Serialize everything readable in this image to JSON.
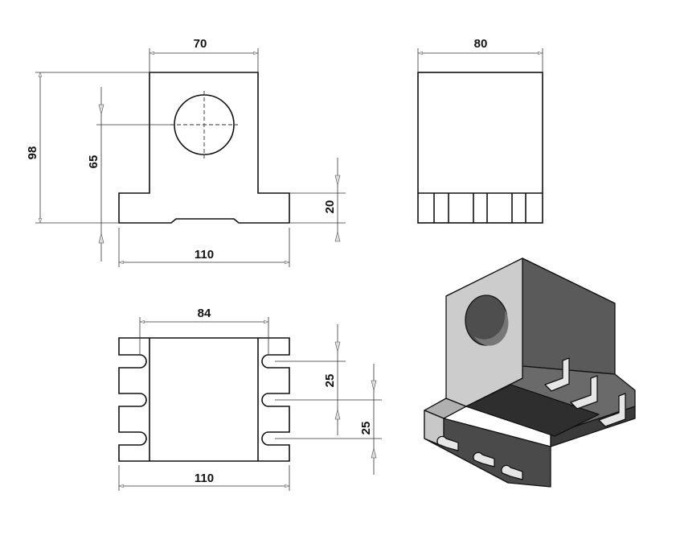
{
  "dimensions": {
    "front_top_width": "70",
    "front_height": "98",
    "front_hole_center": "65",
    "front_base_height": "20",
    "front_base_width": "110",
    "side_width": "80",
    "top_view_inner_width": "84",
    "top_view_slot_pitch_a": "25",
    "top_view_slot_pitch_b": "25",
    "top_view_width": "110"
  },
  "colors": {
    "line": "#111111",
    "face_light": "#d0d0d0",
    "face_mid": "#9a9a9a",
    "face_dark": "#4a4a4a",
    "face_darker": "#2e2e2e"
  }
}
